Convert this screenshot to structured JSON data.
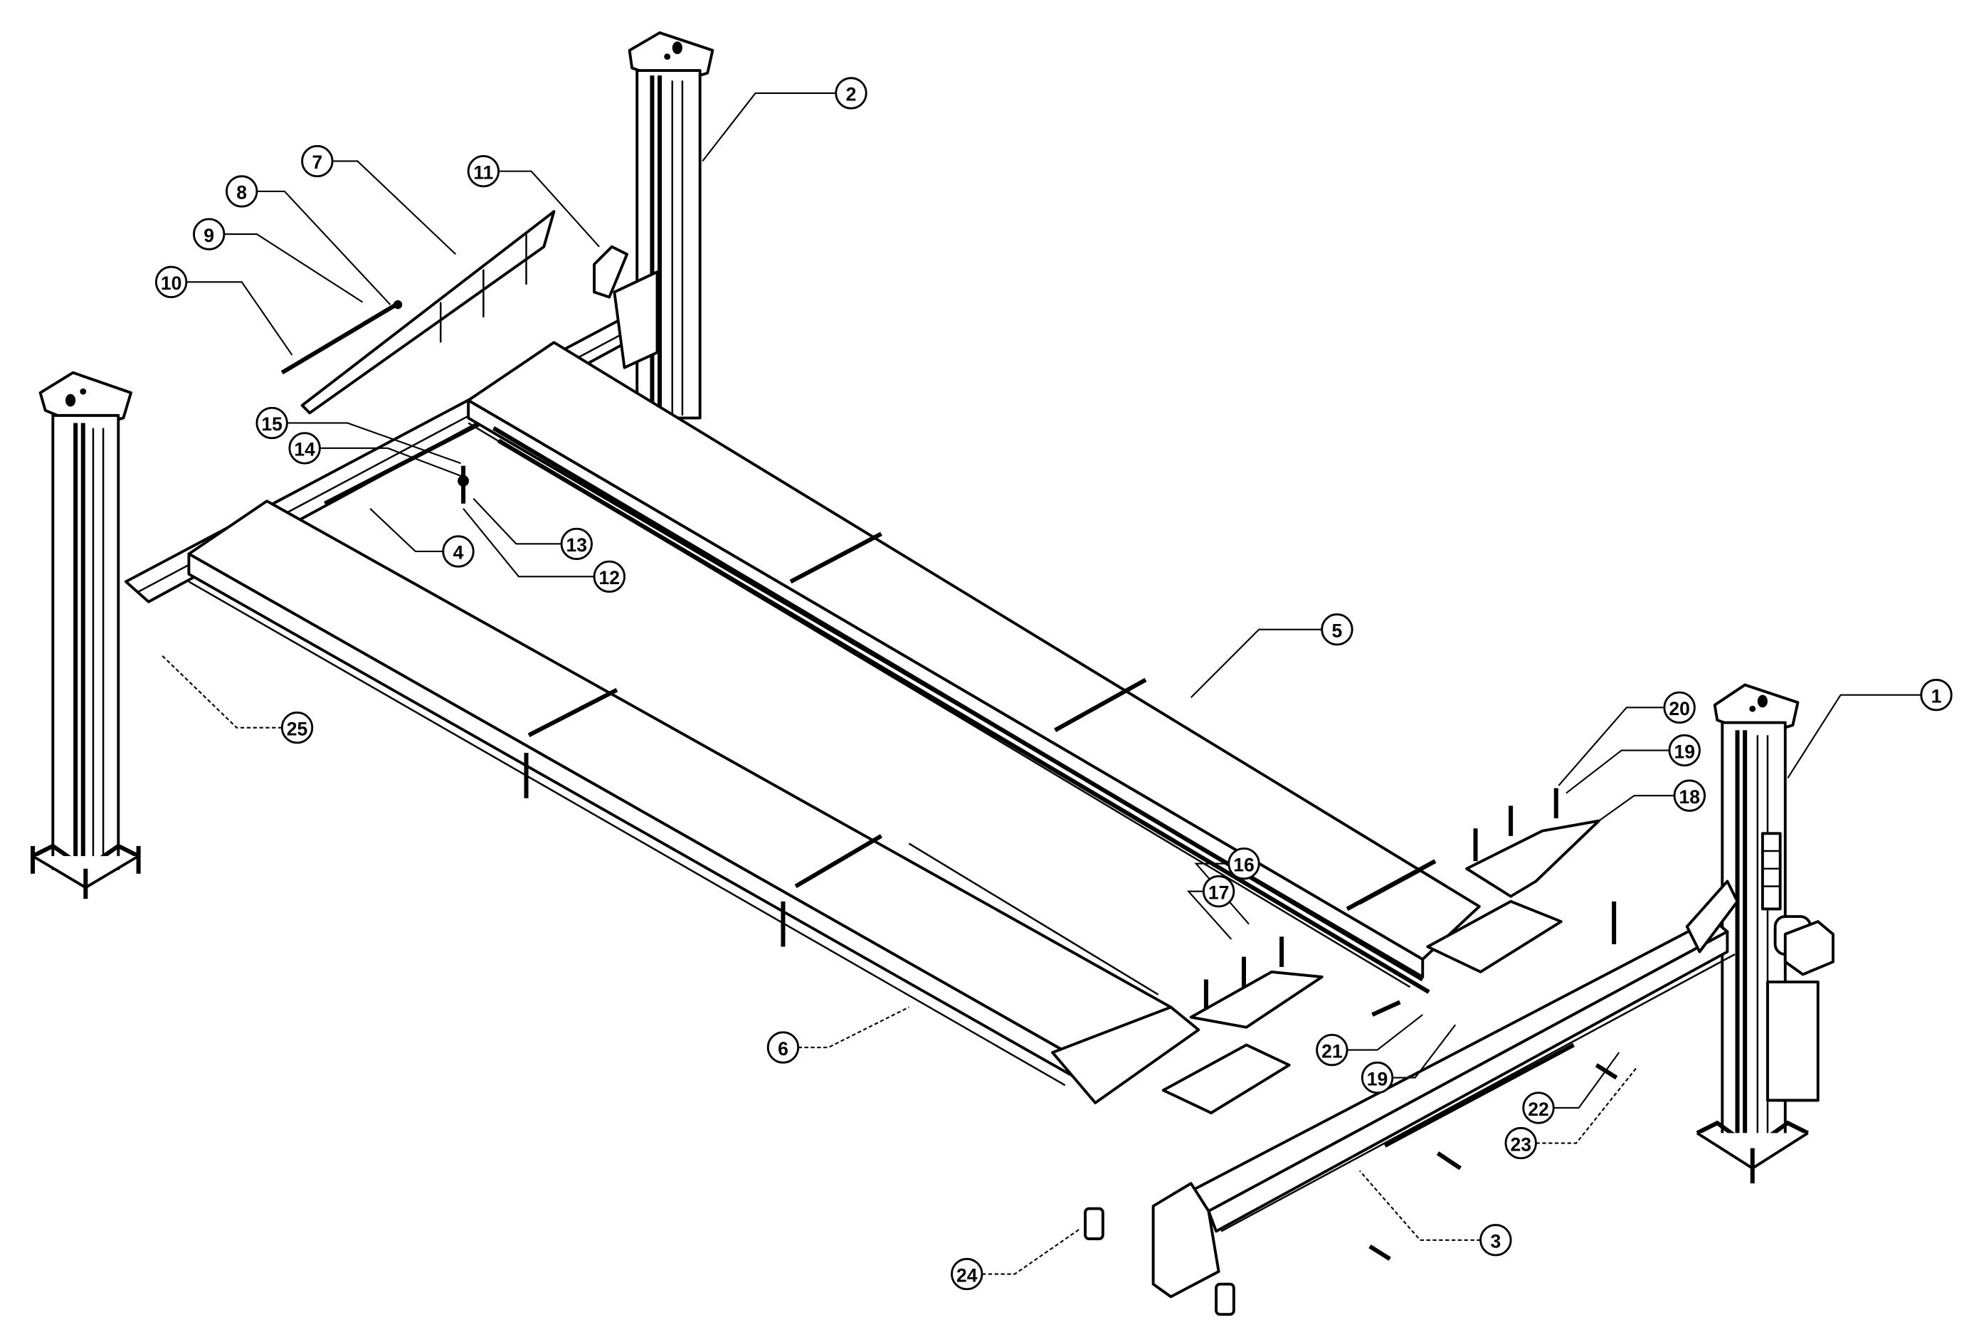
{
  "diagram": {
    "title": "Four-post lift exploded parts diagram",
    "background": "#ffffff",
    "line_color": "#000000"
  },
  "callouts": [
    {
      "id": "c1",
      "label": "1",
      "part": "power-side-post"
    },
    {
      "id": "c2",
      "label": "2",
      "part": "rear-post"
    },
    {
      "id": "c3",
      "label": "3",
      "part": "front-crossbeam"
    },
    {
      "id": "c4",
      "label": "4",
      "part": "rear-crossbeam"
    },
    {
      "id": "c5",
      "label": "5",
      "part": "power-side-runway"
    },
    {
      "id": "c6",
      "label": "6",
      "part": "offside-runway"
    },
    {
      "id": "c7",
      "label": "7",
      "part": "drive-on-ramp"
    },
    {
      "id": "c8",
      "label": "8",
      "part": "ramp-fastener"
    },
    {
      "id": "c9",
      "label": "9",
      "part": "ramp-washer"
    },
    {
      "id": "c10",
      "label": "10",
      "part": "ramp-pin"
    },
    {
      "id": "c11",
      "label": "11",
      "part": "post-cover-plate"
    },
    {
      "id": "c12",
      "label": "12",
      "part": "bolt"
    },
    {
      "id": "c13",
      "label": "13",
      "part": "washer"
    },
    {
      "id": "c14",
      "label": "14",
      "part": "lock-washer"
    },
    {
      "id": "c15",
      "label": "15",
      "part": "nut"
    },
    {
      "id": "c16",
      "label": "16",
      "part": "runway-bolt"
    },
    {
      "id": "c17",
      "label": "17",
      "part": "runway-nut"
    },
    {
      "id": "c18",
      "label": "18",
      "part": "wheel-stop-plate"
    },
    {
      "id": "c19a",
      "label": "19",
      "part": "washer"
    },
    {
      "id": "c20",
      "label": "20",
      "part": "bolt"
    },
    {
      "id": "c21",
      "label": "21",
      "part": "nut"
    },
    {
      "id": "c19b",
      "label": "19",
      "part": "washer"
    },
    {
      "id": "c22",
      "label": "22",
      "part": "crossbeam-nut"
    },
    {
      "id": "c23",
      "label": "23",
      "part": "crossbeam-bolt"
    },
    {
      "id": "c24",
      "label": "24",
      "part": "slider-block"
    },
    {
      "id": "c25",
      "label": "25",
      "part": "anchor-bolt"
    }
  ]
}
